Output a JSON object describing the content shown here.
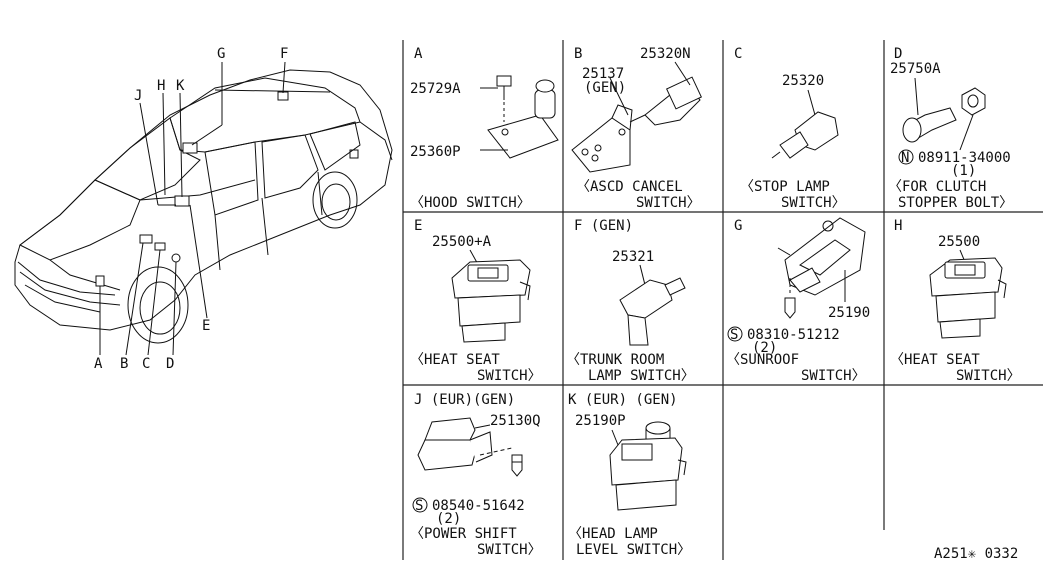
{
  "car": {
    "letters": [
      "G",
      "F",
      "H",
      "K",
      "J",
      "E",
      "A",
      "B",
      "C",
      "D"
    ]
  },
  "panels": {
    "A": {
      "letter": "A",
      "parts": [
        "25729A",
        "25360P"
      ],
      "caption1": "〈HOOD SWITCH〉",
      "caption2": ""
    },
    "B": {
      "letter": "B",
      "parts": [
        "25320N",
        "25137",
        "(GEN)"
      ],
      "caption1": "〈ASCD CANCEL",
      "caption2": "SWITCH〉"
    },
    "C": {
      "letter": "C",
      "parts": [
        "25320"
      ],
      "caption1": "〈STOP LAMP",
      "caption2": "SWITCH〉"
    },
    "D": {
      "letter": "D",
      "parts": [
        "25750A",
        "08911-34000",
        "(1)"
      ],
      "circle": "N",
      "caption1": "〈FOR CLUTCH",
      "caption2": "STOPPER BOLT〉"
    },
    "E": {
      "letter": "E",
      "parts": [
        "25500+A"
      ],
      "caption1": "〈HEAT SEAT",
      "caption2": "SWITCH〉"
    },
    "F": {
      "letter": "F (GEN)",
      "parts": [
        "25321"
      ],
      "caption1": "〈TRUNK ROOM",
      "caption2": "LAMP SWITCH〉"
    },
    "G": {
      "letter": "G",
      "parts": [
        "25190",
        "08310-51212",
        "(2)"
      ],
      "circle": "S",
      "caption1": "〈SUNROOF",
      "caption2": "SWITCH〉"
    },
    "H": {
      "letter": "H",
      "parts": [
        "25500"
      ],
      "caption1": "〈HEAT SEAT",
      "caption2": "SWITCH〉"
    },
    "J": {
      "letter": "J (EUR)(GEN)",
      "parts": [
        "25130Q",
        "08540-51642",
        "(2)"
      ],
      "circle": "S",
      "caption1": "〈POWER SHIFT",
      "caption2": "SWITCH〉"
    },
    "K": {
      "letter": "K (EUR) (GEN)",
      "parts": [
        "25190P"
      ],
      "caption1": "〈HEAD LAMP",
      "caption2": "LEVEL SWITCH〉"
    }
  },
  "footer": {
    "code": "A251✳ 0332"
  }
}
